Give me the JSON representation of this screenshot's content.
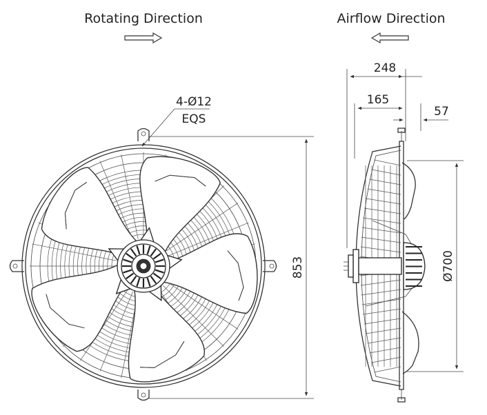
{
  "labels": {
    "rotating_direction": "Rotating Direction",
    "airflow_direction": "Airflow Direction",
    "mounting_holes": "4-Ø12",
    "mounting_holes_note": "EQS"
  },
  "dimensions": {
    "overall_height": "853",
    "depth_total": "248",
    "depth_guard": "165",
    "depth_flange": "57",
    "blade_diameter": "Ø700"
  },
  "arrows": {
    "rotating_direction": "right",
    "airflow_direction": "left"
  }
}
